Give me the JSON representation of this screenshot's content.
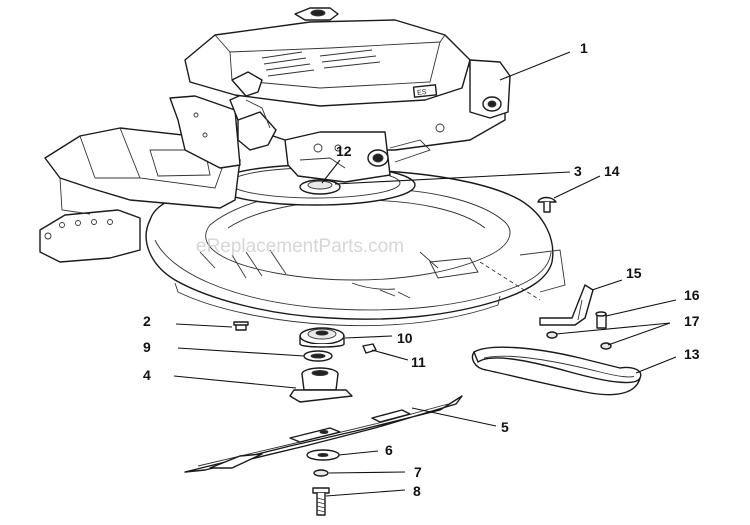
{
  "watermark": "eReplacementParts.com",
  "callouts": [
    {
      "label": "1"
    },
    {
      "label": "12"
    },
    {
      "label": "3"
    },
    {
      "label": "14"
    },
    {
      "label": "15"
    },
    {
      "label": "16"
    },
    {
      "label": "2"
    },
    {
      "label": "10"
    },
    {
      "label": "17"
    },
    {
      "label": "9"
    },
    {
      "label": "11"
    },
    {
      "label": "13"
    },
    {
      "label": "4"
    },
    {
      "label": "5"
    },
    {
      "label": "6"
    },
    {
      "label": "7"
    },
    {
      "label": "8"
    }
  ]
}
